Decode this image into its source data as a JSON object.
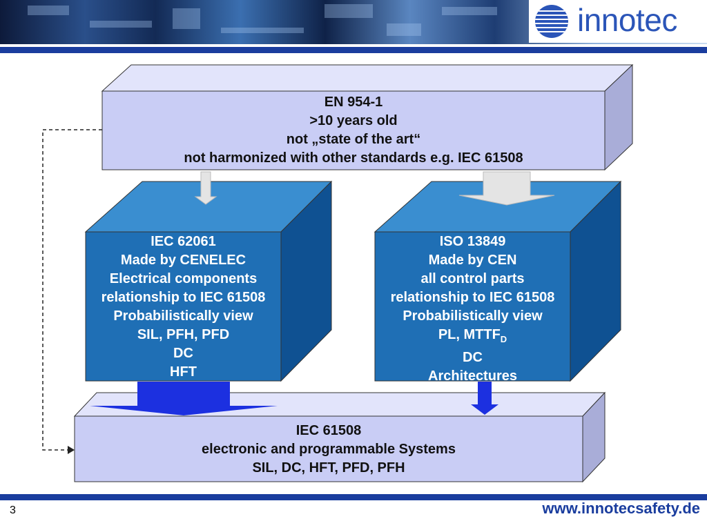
{
  "brand": {
    "name": "innotec"
  },
  "boxes": {
    "en954": {
      "lines": [
        "EN 954-1",
        ">10 years old",
        "not „state of the art“",
        "not harmonized with other standards e.g. IEC 61508"
      ]
    },
    "iec62061": {
      "lines": [
        "IEC 62061",
        "Made by CENELEC",
        "Electrical components",
        "relationship to IEC 61508",
        "Probabilistically view",
        "SIL, PFH, PFD",
        "DC",
        "HFT"
      ]
    },
    "iso13849": {
      "lines": [
        "ISO 13849",
        "Made by CEN",
        "all control parts",
        "relationship to IEC 61508",
        "Probabilistically view",
        "PL, MTTF",
        "DC",
        "Architectures"
      ],
      "subscript": "D"
    },
    "iec61508": {
      "lines": [
        "IEC 61508",
        "electronic and programmable Systems",
        "SIL, DC, HFT, PFD, PFH"
      ]
    }
  },
  "footer": {
    "page_number": "3",
    "url": "www.innotecsafety.de"
  },
  "colors": {
    "rule_blue": "#1a3d9e",
    "lavender_front": "#c9cdf5",
    "lavender_top": "#e2e4fb",
    "lavender_side": "#a9add8",
    "cube_front": "#1f6fb5",
    "cube_top": "#3a8ed0",
    "cube_side": "#0f5192",
    "arrow_blue": "#1c30e0",
    "arrow_grey": "#e4e4e4",
    "brand_text": "#2b55b8"
  }
}
